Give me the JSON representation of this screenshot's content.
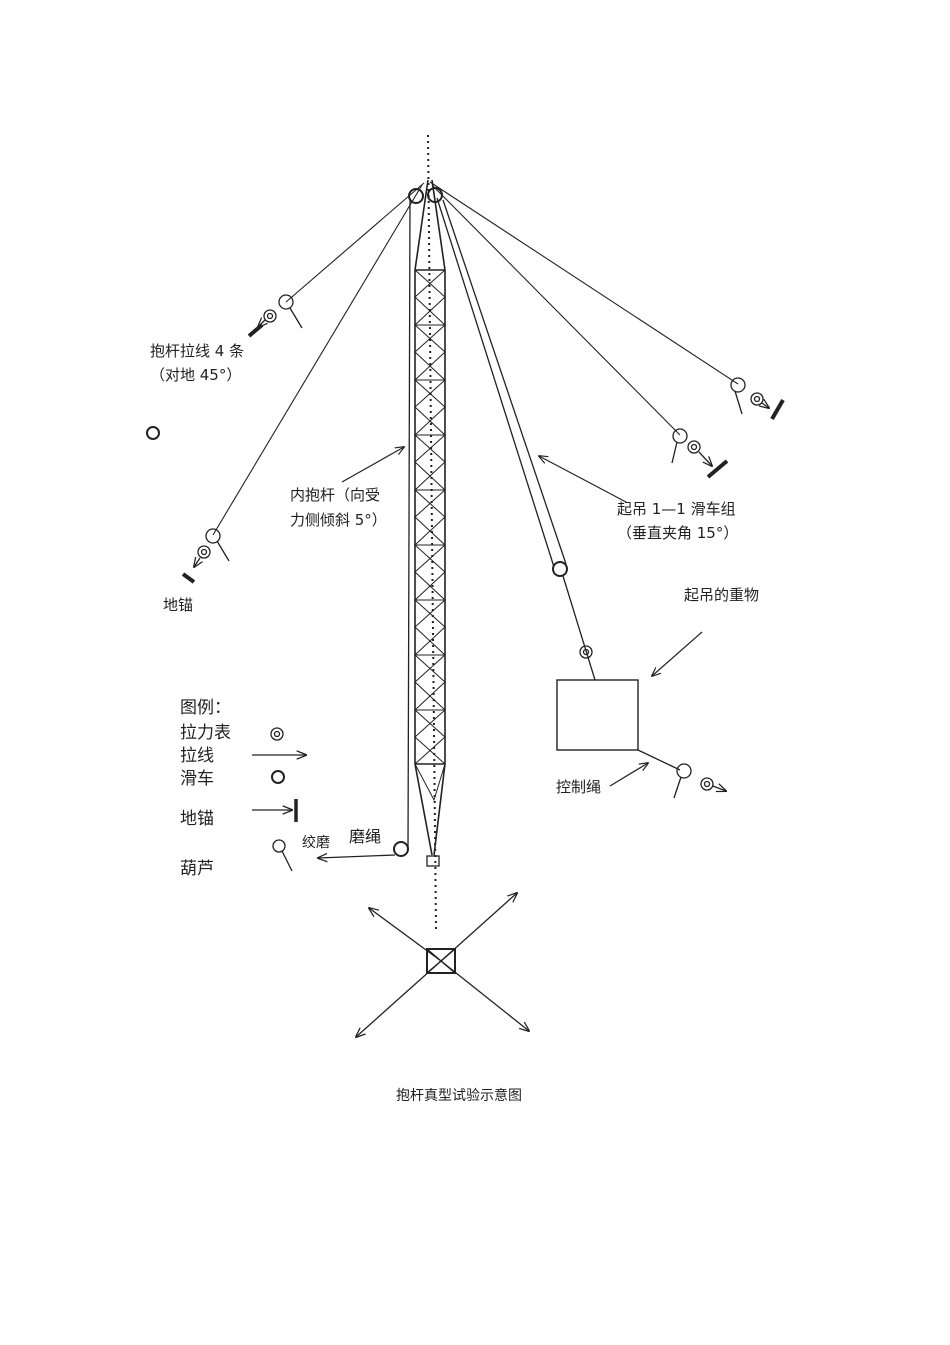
{
  "labels": {
    "guy_wires_line1": "抱杆拉线 4 条",
    "guy_wires_line2": "（对地 45°）",
    "inner_pole_line1": "内抱杆（向受",
    "inner_pole_line2": "力侧倾斜 5°）",
    "pulley_block_line1": "起吊 1—1 滑车组",
    "pulley_block_line2": "（垂直夹角 15°）",
    "heavy_load": "起吊的重物",
    "control_rope": "控制绳",
    "ground_anchor": "地锚",
    "winch": "绞磨",
    "winch_rope": "磨绳"
  },
  "legend": {
    "title": "图例：",
    "items": [
      {
        "label": "拉力表",
        "icon": "tension-meter-icon"
      },
      {
        "label": "拉线",
        "icon": "guy-wire-arrow-icon"
      },
      {
        "label": "滑车",
        "icon": "pulley-icon"
      },
      {
        "label": "地锚",
        "icon": "ground-anchor-icon"
      },
      {
        "label": "葫芦",
        "icon": "hoist-icon"
      }
    ]
  },
  "caption": "抱杆真型试验示意图"
}
